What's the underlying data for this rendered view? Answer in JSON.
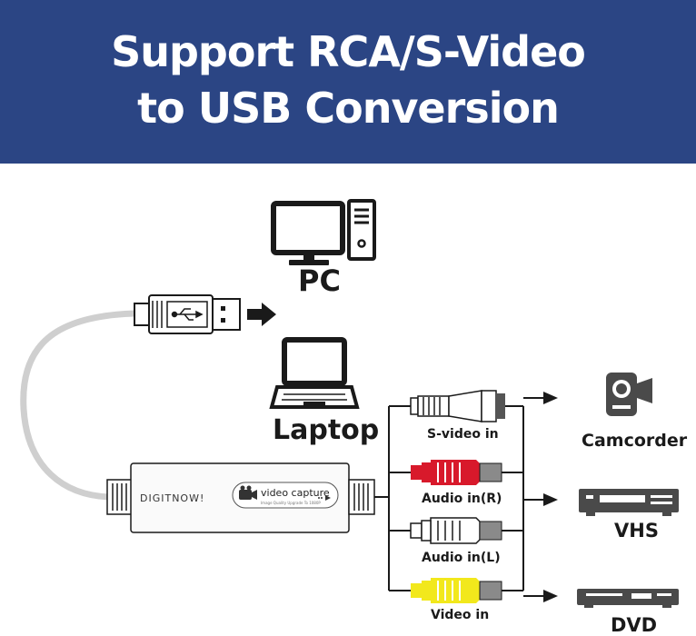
{
  "header": {
    "line1": "Support RCA/S-Video",
    "line2": "to USB Conversion",
    "background": "#2b4584"
  },
  "devices": {
    "pc": "PC",
    "laptop": "Laptop",
    "camcorder": "Camcorder",
    "vhs": "VHS",
    "dvd": "DVD"
  },
  "capture_box": {
    "brand": "DIGITNOW!",
    "product": "video capture",
    "tagline": "Image Quality Upgrade To 1080P"
  },
  "ports": {
    "svideo": "S-video in",
    "audio_r": "Audio in(R)",
    "audio_l": "Audio in(L)",
    "video": "Video in"
  },
  "colors": {
    "red": "#d8192b",
    "yellow": "#f2e81c",
    "white": "#ffffff",
    "cable": "#cfcfcf"
  },
  "icons": [
    "usb-icon",
    "monitor-icon",
    "tower-icon",
    "laptop-icon",
    "camcorder-icon",
    "vhs-icon",
    "dvd-icon",
    "video-camera-icon"
  ]
}
